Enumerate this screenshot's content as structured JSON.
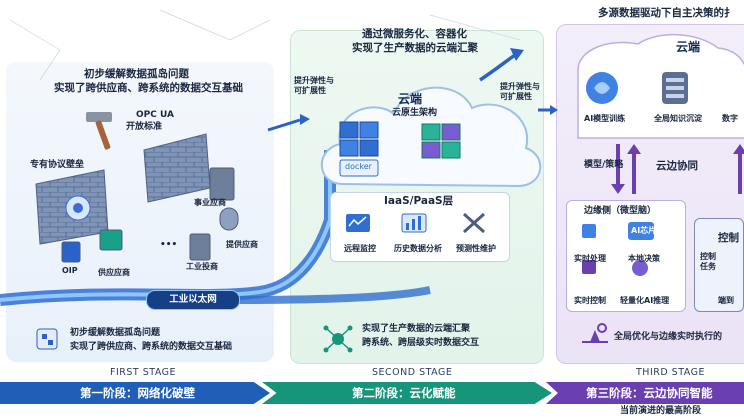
{
  "top": {
    "right_title": "多源数据驱动下自主决策的扌",
    "center_line1": "通过微服务化、容器化",
    "center_line2": "实现了生产数据的云端汇聚"
  },
  "stage1": {
    "head_line1": "初步缓解数据孤岛问题",
    "head_line2": "实现了跨供应商、跨系统的数据交互基础",
    "opc_line1": "OPC UA",
    "opc_line2": "开放标准",
    "wall_label": "专有协议壁垒",
    "nodes": [
      "事业应商",
      "提供应商",
      "工业投商",
      "供应应商",
      "OIP"
    ],
    "ellipsis": "•••",
    "network": "工业以太网",
    "foot_line1": "初步缓解数据孤岛问题",
    "foot_line2": "实现了跨供应商、跨系统的数据交互基础",
    "stage_en": "FIRST STAGE",
    "stage_cn": "第一阶段：网络化破壁"
  },
  "stage2": {
    "elastic_left": "提升弹性与\n可扩展性",
    "elastic_right": "提升弹性与\n可扩展性",
    "cloud": "云端",
    "cloud_native": "云原生架构",
    "docker": "docker",
    "layer": "IaaS/PaaS层",
    "services": [
      "远程监控",
      "历史数据分析",
      "预测性维护"
    ],
    "foot_line1": "实现了生产数据的云端汇聚",
    "foot_line2": "跨系统、跨层级实时数据交互",
    "stage_en": "SECOND STAGE",
    "stage_cn": "第二阶段：云化赋能"
  },
  "stage3": {
    "cloud": "云端",
    "cloud_items": [
      "AI模型训练",
      "全局知识沉淀",
      "数字"
    ],
    "model_strategy": "模型/策略",
    "cloud_edge": "云边协同",
    "edge_title": "边缘侧（微型脑）",
    "edge_items": [
      "实时处理",
      "本地决策",
      "实时控制",
      "轻量化AI推理"
    ],
    "ai_chip": "AI芯片",
    "control_title": "控制",
    "control_task": "控制\n任务",
    "terminal": "端到",
    "bottom_note": "全局优化与边缘实时执行的",
    "stage_en": "THIRD STAGE",
    "stage_cn": "第三阶段：云边协同智能",
    "current": "当前演进的最高阶段"
  },
  "colors": {
    "stage1": "#1f5fb8",
    "stage2": "#16957a",
    "stage3": "#6a3fb0"
  }
}
